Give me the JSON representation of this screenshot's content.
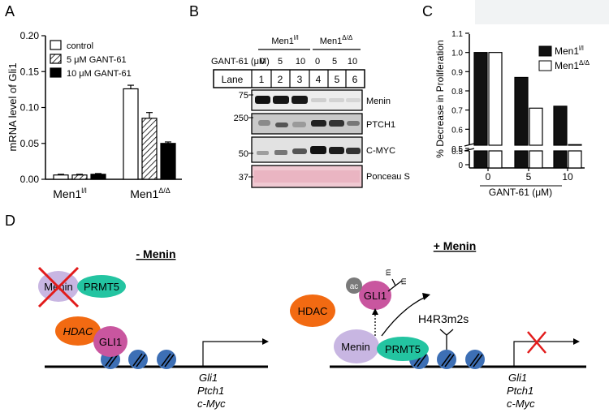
{
  "panel_a": {
    "letter": "A",
    "ylabel": "mRNA level of Gli1",
    "yticks": [
      "0.00",
      "0.05",
      "0.10",
      "0.15",
      "0.20"
    ],
    "groups": [
      "Men1",
      "Men1"
    ],
    "group_sup": [
      "l/l",
      "Δ/Δ"
    ],
    "legend": [
      "control",
      "5 μM GANT-61",
      "10 μM GANT-61"
    ]
  },
  "panel_b": {
    "letter": "B",
    "geno_label": "Men1",
    "geno_sup": [
      "l/l",
      "Δ/Δ"
    ],
    "treatment_label": "GANT-61 (μM)",
    "doses": [
      "0",
      "5",
      "10",
      "0",
      "5",
      "10"
    ],
    "lane_header": "Lane",
    "lanes": [
      "1",
      "2",
      "3",
      "4",
      "5",
      "6"
    ],
    "mw_markers": [
      "75",
      "250",
      "50",
      "37"
    ],
    "blots": [
      "Menin",
      "PTCH1",
      "C-MYC",
      "Ponceau S"
    ]
  },
  "panel_c": {
    "letter": "C",
    "ylabel": "% Decrease in Proliferation",
    "yticks": [
      "0.5",
      "0.6",
      "0.7",
      "0.8",
      "0.9",
      "1.0",
      "1.1"
    ],
    "yticks_low": [
      "0.5",
      "0"
    ],
    "xticks": [
      "0",
      "5",
      "10"
    ],
    "xlabel": "GANT-61 (μM)",
    "legend": [
      "Men1",
      "Men1"
    ],
    "legend_sup": [
      "l/l",
      "Δ/Δ"
    ]
  },
  "panel_d": {
    "letter": "D",
    "left_title": "- Menin",
    "right_title": "+ Menin",
    "menin": "Menin",
    "prmt5": "PRMT5",
    "hdac": "HDAC",
    "gli1": "GLI1",
    "ac": "ac",
    "methyl": "m",
    "h4": "H4R3m2s",
    "genes": [
      "Gli1",
      "Ptch1",
      "c-Myc"
    ]
  },
  "chart_data": [
    {
      "type": "bar",
      "categories": [
        "Men1 l/l",
        "Men1 Δ/Δ"
      ],
      "series": [
        {
          "name": "control",
          "values": [
            0.006,
            0.126
          ],
          "errors": [
            0.001,
            0.005
          ]
        },
        {
          "name": "5 μM GANT-61",
          "values": [
            0.006,
            0.085
          ],
          "errors": [
            0.001,
            0.008
          ]
        },
        {
          "name": "10 μM GANT-61",
          "values": [
            0.007,
            0.05
          ],
          "errors": [
            0.001,
            0.002
          ]
        }
      ],
      "ylabel": "mRNA level of Gli1",
      "ylim": [
        0,
        0.2
      ]
    },
    {
      "type": "bar",
      "categories": [
        "0",
        "5",
        "10"
      ],
      "series": [
        {
          "name": "Men1 l/l",
          "values": [
            1.0,
            0.87,
            0.72
          ]
        },
        {
          "name": "Men1 Δ/Δ",
          "values": [
            1.0,
            0.71,
            0.52
          ]
        }
      ],
      "xlabel": "GANT-61 (μM)",
      "ylabel": "% Decrease in Proliferation",
      "ylim": [
        0,
        1.1
      ],
      "axis_break": [
        0.05,
        0.5
      ]
    }
  ]
}
